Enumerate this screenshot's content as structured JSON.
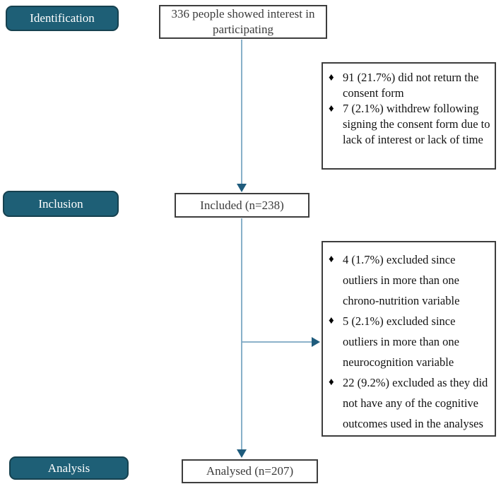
{
  "diagram": {
    "stages": [
      {
        "label": "Identification"
      },
      {
        "label": "Inclusion"
      },
      {
        "label": "Analysis"
      }
    ],
    "flow_boxes": [
      {
        "text": "336 people showed interest in participating"
      },
      {
        "text": "Included (n=238)"
      },
      {
        "text": "Analysed (n=207)"
      }
    ],
    "exclusion_boxes": [
      {
        "bullets": [
          "91 (21.7%) did not return the consent form",
          "7 (2.1%) withdrew following signing the consent form due to lack of interest or lack of time"
        ]
      },
      {
        "bullets": [
          "4 (1.7%) excluded since outliers in more than one chrono-nutrition variable",
          "5 (2.1%) excluded since outliers in more than one neurocognition variable",
          "22 (9.2%) excluded as they did not have any of the cognitive outcomes used in the analyses"
        ]
      }
    ],
    "bullet_glyph": "♦",
    "colors": {
      "stage_fill": "#1e5f76",
      "stage_border": "#16414f",
      "stage_text": "#ffffff",
      "box_border": "#3d3d3d",
      "box_text": "#3b3b3b",
      "arrow_line": "#7ba7c3",
      "arrow_head": "#1f5c7d"
    }
  }
}
